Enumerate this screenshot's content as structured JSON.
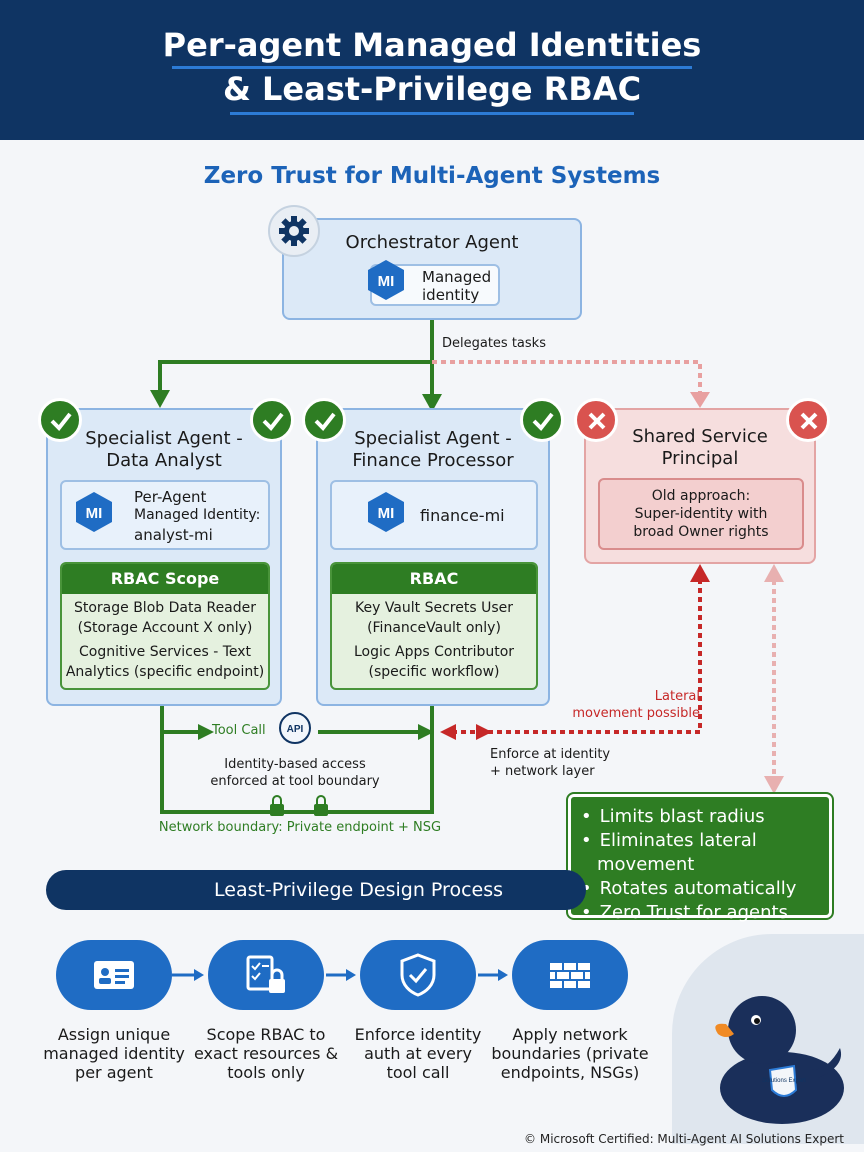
{
  "header": {
    "title_line1": "Per-agent Managed Identities",
    "title_line2": "& Least-Privilege RBAC"
  },
  "subtitle": "Zero Trust for Multi-Agent Systems",
  "orchestrator": {
    "title": "Orchestrator Agent",
    "mi_badge": "MI",
    "mi_label_line1": "Managed",
    "mi_label_line2": "identity"
  },
  "flow": {
    "delegates_label": "Delegates tasks",
    "tool_call_label": "Tool Call",
    "api_label": "API",
    "identity_note_line1": "Identity-based access",
    "identity_note_line2": "enforced at tool boundary",
    "network_boundary_label": "Network boundary: Private endpoint + NSG",
    "lateral_line1": "Lateral",
    "lateral_line2": "movement possible",
    "enforce_line1": "Enforce at identity",
    "enforce_line2": "+ network layer"
  },
  "agents": [
    {
      "title_line1": "Specialist Agent -",
      "title_line2": "Data Analyst",
      "mi_badge": "MI",
      "mi_line1": "Per-Agent",
      "mi_line2": "Managed Identity:",
      "mi_line3": "analyst-mi",
      "rbac_header": "RBAC Scope",
      "role1": "Storage Blob Data Reader",
      "role1_scope": "(Storage Account X only)",
      "role2_line1": "Cognitive Services - Text",
      "role2_line2": "Analytics (specific endpoint)"
    },
    {
      "title_line1": "Specialist Agent -",
      "title_line2": "Finance Processor",
      "mi_badge": "MI",
      "mi_name": "finance-mi",
      "rbac_header": "RBAC",
      "role1": "Key Vault Secrets User",
      "role1_scope": "(FinanceVault only)",
      "role2_line1": "Logic Apps Contributor",
      "role2_line2": "(specific workflow)"
    }
  ],
  "shared_principal": {
    "title_line1": "Shared Service",
    "title_line2": "Principal",
    "note_line1": "Old approach:",
    "note_line2": "Super-identity with",
    "note_line3": "broad Owner rights"
  },
  "benefits": [
    "Limits blast radius",
    "Eliminates lateral movement",
    "Rotates automatically",
    "Zero Trust for agents"
  ],
  "process": {
    "title": "Least-Privilege Design Process",
    "steps": [
      {
        "icon": "id-card-icon",
        "line1": "Assign unique",
        "line2": "managed identity",
        "line3": "per agent"
      },
      {
        "icon": "checklist-lock-icon",
        "line1": "Scope RBAC to",
        "line2": "exact resources &",
        "line3": "tools only"
      },
      {
        "icon": "shield-check-icon",
        "line1": "Enforce identity",
        "line2": "auth at every",
        "line3": "tool call"
      },
      {
        "icon": "firewall-icon",
        "line1": "Apply network",
        "line2": "boundaries (private",
        "line3": "endpoints, NSGs)"
      }
    ]
  },
  "mascot": {
    "badge_text": "Solutions Expert"
  },
  "footer": "© Microsoft Certified: Multi-Agent AI Solutions Expert",
  "colors": {
    "navy": "#0f3463",
    "accent_blue": "#1c63b8",
    "green": "#2e7d23",
    "red": "#d9534f"
  }
}
